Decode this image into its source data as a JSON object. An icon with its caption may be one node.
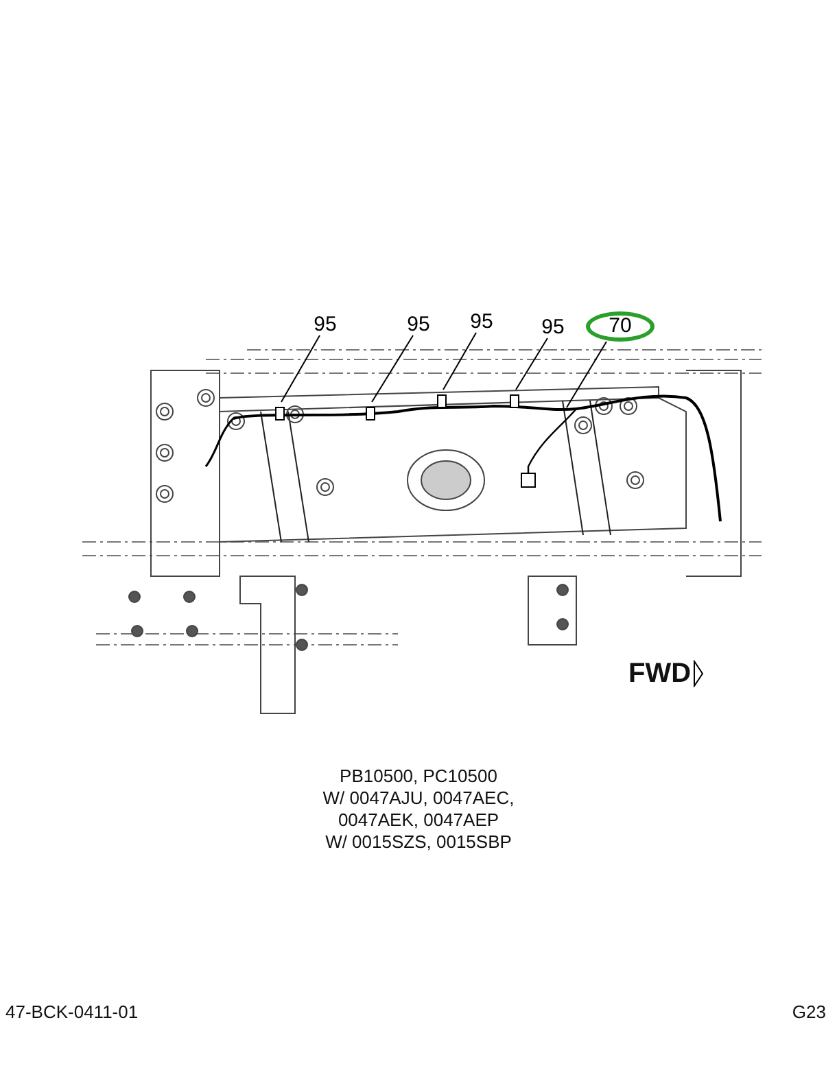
{
  "diagram": {
    "nodes": [
      {
        "text": [
          "95"
        ]
      },
      {
        "text": [
          "95"
        ]
      },
      {
        "text": [
          "95"
        ]
      },
      {
        "text": [
          "95"
        ]
      },
      {
        "text": [
          "70"
        ]
      }
    ],
    "edges": [
      {
        "from": 0,
        "to": null,
        "arrow": "none"
      },
      {
        "from": 1,
        "to": null,
        "arrow": "none"
      },
      {
        "from": 2,
        "to": null,
        "arrow": "none"
      },
      {
        "from": 3,
        "to": null,
        "arrow": "none"
      },
      {
        "from": 4,
        "to": null,
        "arrow": "none"
      }
    ],
    "labels": [
      "FWD",
      "PB10500, PC10500",
      "W/ 0047AJU, 0047AEC,",
      "0047AEK, 0047AEP",
      "W/ 0015SZS, 0015SBP",
      "47-BCK-0411-01",
      "G23"
    ]
  }
}
